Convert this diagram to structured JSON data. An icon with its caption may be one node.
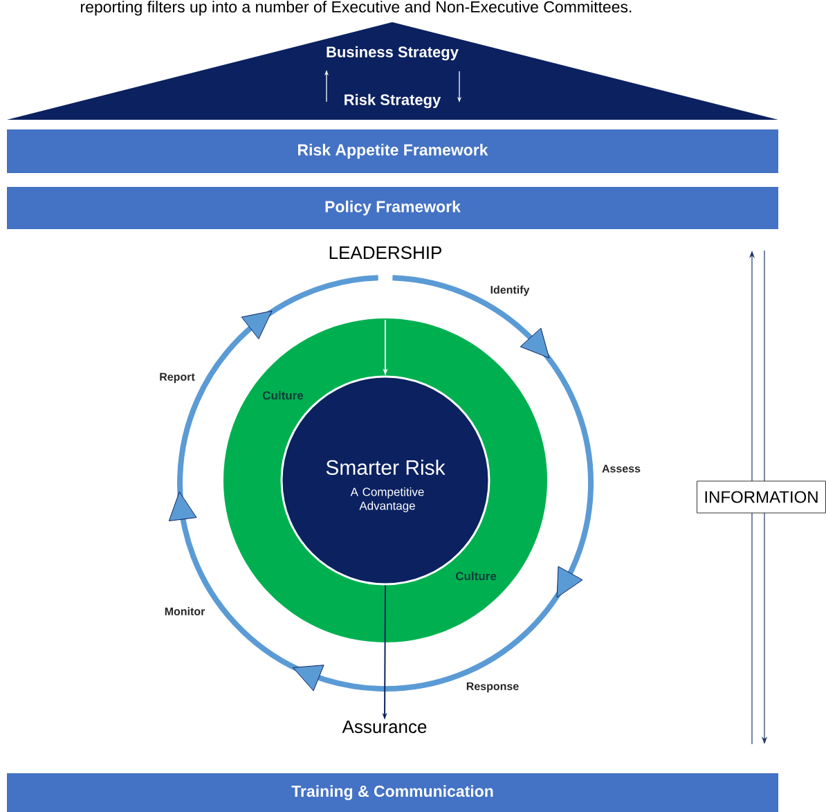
{
  "diagram": {
    "nodes": [
      {
        "text": [
          "Business Strategy",
          "Risk Strategy"
        ]
      },
      {
        "text": [
          "Risk Appetite Framework"
        ]
      },
      {
        "text": [
          "Policy Framework"
        ]
      },
      {
        "text": [
          "LEADERSHIP"
        ]
      },
      {
        "text": [
          "Culture",
          "Culture"
        ]
      },
      {
        "text": [
          "Smarter Risk",
          "A Competitive Advantage"
        ],
        "in": 4
      },
      {
        "text": [
          "Assurance"
        ]
      },
      {
        "text": [
          "INFORMATION"
        ]
      },
      {
        "text": [
          "Training & Communication"
        ]
      }
    ],
    "edges": [
      {
        "from": 5,
        "to": 6,
        "arrow": "to"
      },
      {
        "from": null,
        "to": 5,
        "arrow": "to",
        "color": "#ffffff"
      }
    ],
    "labels": [
      "reporting filters up into a number of Executive and Non-Executive Committees.",
      "Identify",
      "Report",
      "Assess",
      "Monitor",
      "Response"
    ]
  }
}
